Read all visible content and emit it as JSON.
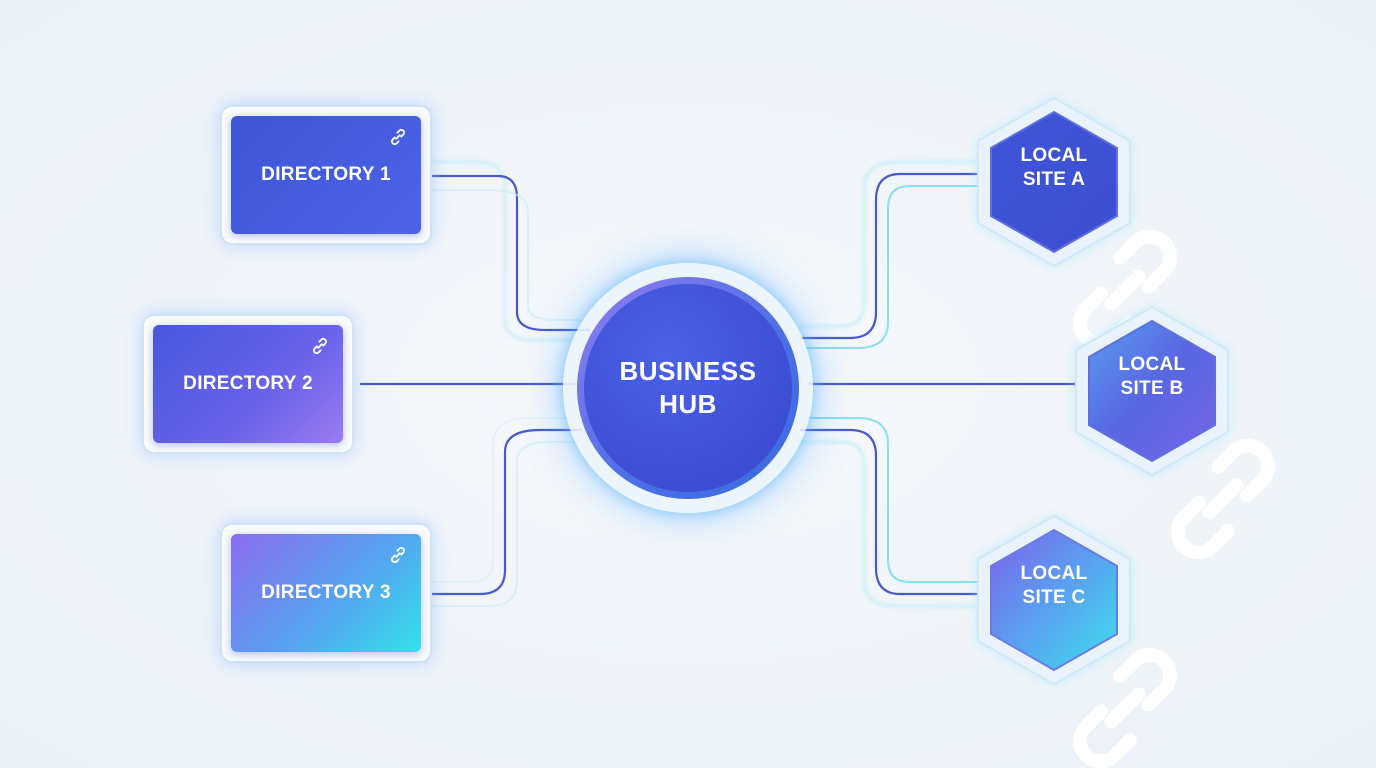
{
  "hub": {
    "label": "BUSINESS\nHUB"
  },
  "directories": [
    {
      "label": "DIRECTORY 1"
    },
    {
      "label": "DIRECTORY 2"
    },
    {
      "label": "DIRECTORY 3"
    }
  ],
  "local_sites": [
    {
      "label": "LOCAL\nSITE A"
    },
    {
      "label": "LOCAL\nSITE B"
    },
    {
      "label": "LOCAL\nSITE C"
    }
  ],
  "icons": {
    "node_icon": "link-icon"
  },
  "colors": {
    "background": "#f1f5f9",
    "hub": "#3f51d8",
    "connector_dark": "#4a5bc8",
    "connector_glow": "#5fd6f0",
    "glow": "#6fb6ff"
  }
}
